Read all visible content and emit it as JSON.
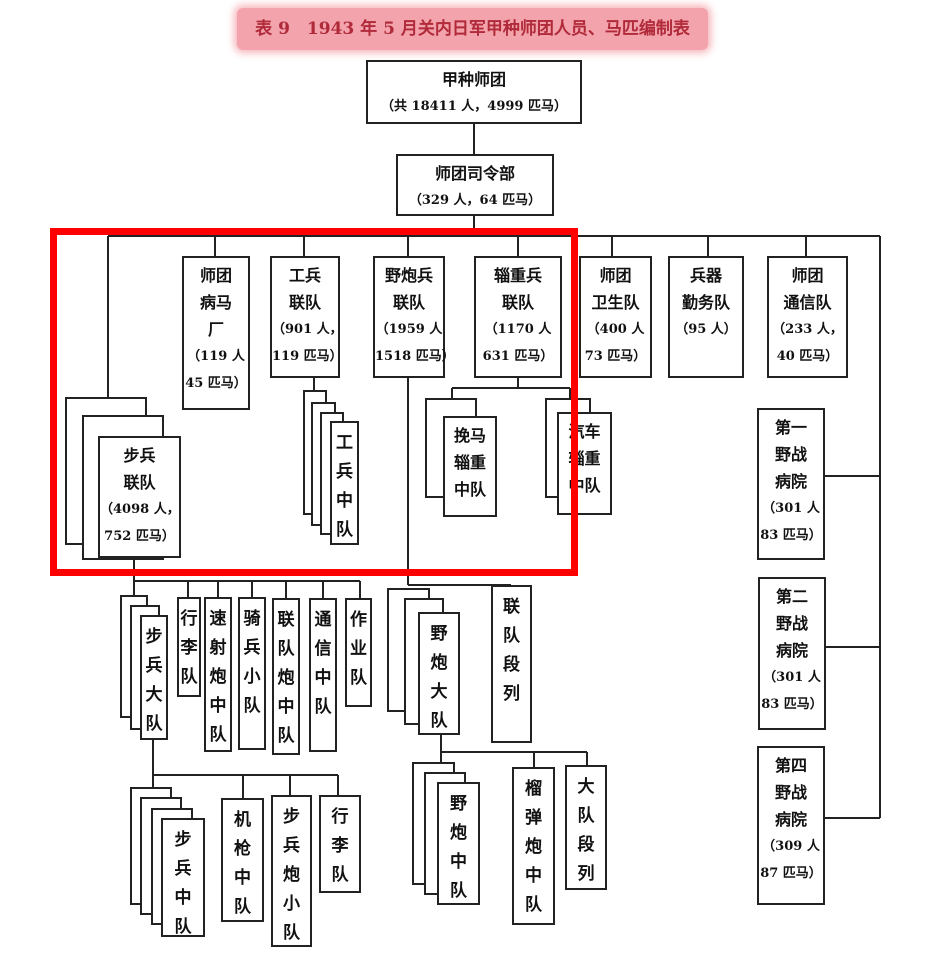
{
  "title": "表 9　1943 年 5 月关内日军甲种师团人员、马匹编制表",
  "highlight_color": "#ff0000",
  "nodes": {
    "division": [
      "甲种师团",
      "（共 18411 人，4999 匹马）"
    ],
    "hq": [
      "师团司令部",
      "（329 人，64 匹马）"
    ],
    "horse_depot": [
      "师团",
      "病马",
      "厂",
      "（119 人",
      "45 匹马）"
    ],
    "engineer_regiment": [
      "工兵",
      "联队",
      "（901 人，",
      "119 匹马）"
    ],
    "field_artillery_regiment": [
      "野炮兵",
      "联队",
      "（1959 人",
      "1518 匹马）"
    ],
    "transport_regiment": [
      "辎重兵",
      "联队",
      "（1170 人",
      "631 匹马）"
    ],
    "medical_unit": [
      "师团",
      "卫生队",
      "（400 人",
      "73 匹马）"
    ],
    "ordnance_unit": [
      "兵器",
      "勤务队",
      "（95 人）"
    ],
    "signal_unit": [
      "师团",
      "通信队",
      "（233 人，",
      "40 匹马）"
    ],
    "infantry_regiment": [
      "步兵",
      "联队",
      "（4098 人，",
      "752 匹马）"
    ],
    "engineer_company": "工兵中队",
    "horse_transport_company": [
      "挽马",
      "辎重",
      "中队"
    ],
    "motor_transport_company": [
      "汽车",
      "辎重",
      "中队"
    ],
    "field_hospital_1": [
      "第一",
      "野战",
      "病院",
      "（301 人",
      "83 匹马）"
    ],
    "field_hospital_2": [
      "第二",
      "野战",
      "病院",
      "（301 人",
      "83 匹马）"
    ],
    "field_hospital_4": [
      "第四",
      "野战",
      "病院",
      "（309 人",
      "87 匹马）"
    ],
    "infantry_battalion": "步兵大队",
    "regiment_baggage": "行李队",
    "rapid_fire_gun_company": "速射炮中队",
    "cavalry_platoon": "骑兵小队",
    "regimental_gun_company": "联队炮中队",
    "signal_company": "通信中队",
    "work_unit": "作业队",
    "field_artillery_battalion": "野炮大队",
    "regiment_train": "联队段列",
    "infantry_company": "步兵中队",
    "machine_gun_company": "机枪中队",
    "infantry_gun_platoon": "步兵炮小队",
    "battalion_baggage": "行李队",
    "field_gun_company": "野炮中队",
    "howitzer_company": "榴弹炮中队",
    "battalion_train": "大队段列"
  }
}
